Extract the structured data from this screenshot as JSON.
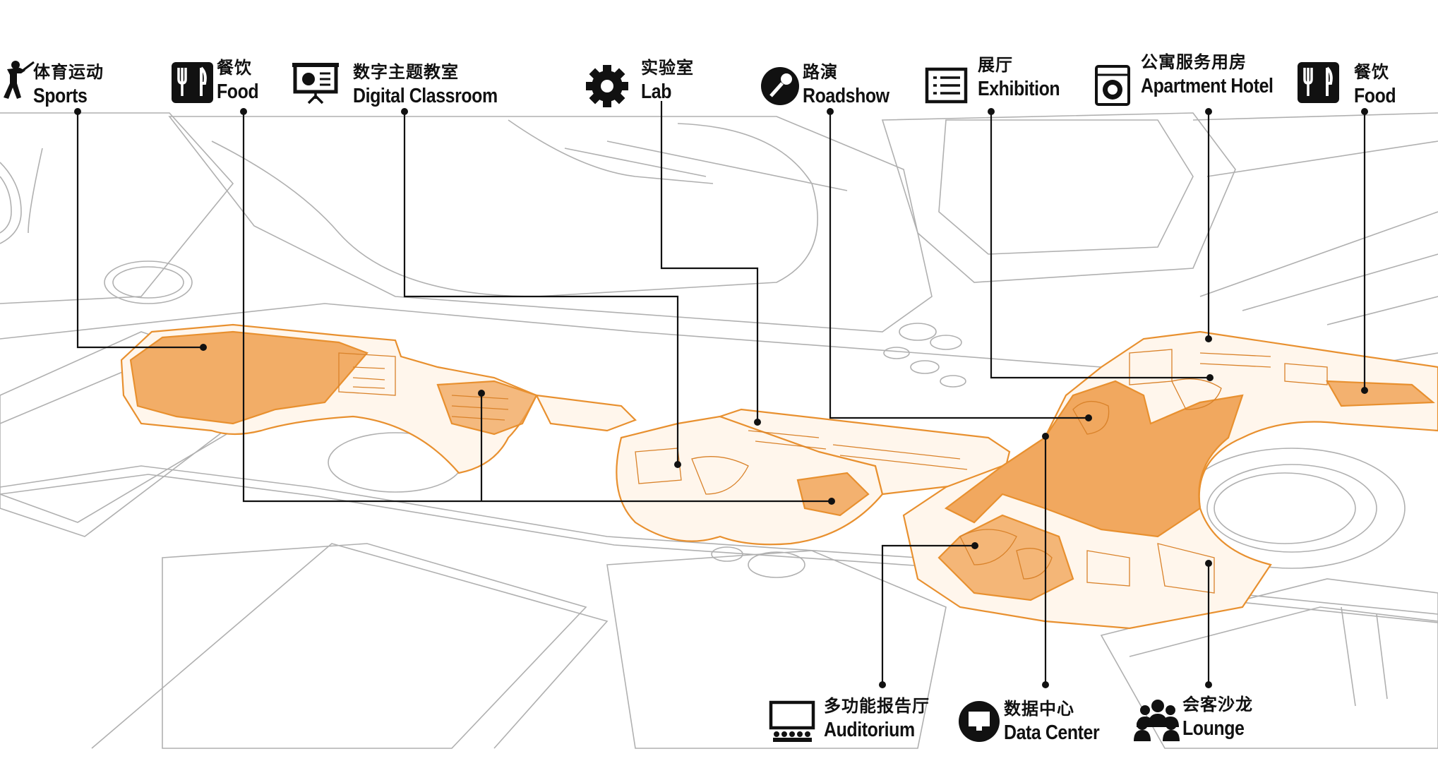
{
  "colors": {
    "accent": "#E8902F",
    "accent_fill": "#F0A050",
    "linework": "#A8A8A8",
    "leader": "#111111"
  },
  "labels": [
    {
      "key": "sports",
      "zh": "体育运动",
      "en": "Sports",
      "icon": "golf-player-icon"
    },
    {
      "key": "food1",
      "zh": "餐饮",
      "en": "Food",
      "icon": "fork-knife-icon"
    },
    {
      "key": "digital",
      "zh": "数字主题教室",
      "en": "Digital Classroom",
      "icon": "presentation-board-icon"
    },
    {
      "key": "lab",
      "zh": "实验室",
      "en": "Lab",
      "icon": "gear-icon"
    },
    {
      "key": "roadshow",
      "zh": "路演",
      "en": "Roadshow",
      "icon": "microphone-icon"
    },
    {
      "key": "exhibition",
      "zh": "展厅",
      "en": "Exhibition",
      "icon": "list-panel-icon"
    },
    {
      "key": "apartment",
      "zh": "公寓服务用房",
      "en": "Apartment Hotel",
      "icon": "washing-machine-icon"
    },
    {
      "key": "food2",
      "zh": "餐饮",
      "en": "Food",
      "icon": "fork-knife-icon"
    },
    {
      "key": "auditorium",
      "zh": "多功能报告厅",
      "en": "Auditorium",
      "icon": "screen-audience-icon"
    },
    {
      "key": "datacenter",
      "zh": "数据中心",
      "en": "Data Center",
      "icon": "monitor-icon"
    },
    {
      "key": "lounge",
      "zh": "会客沙龙",
      "en": "Lounge",
      "icon": "people-group-icon"
    }
  ]
}
